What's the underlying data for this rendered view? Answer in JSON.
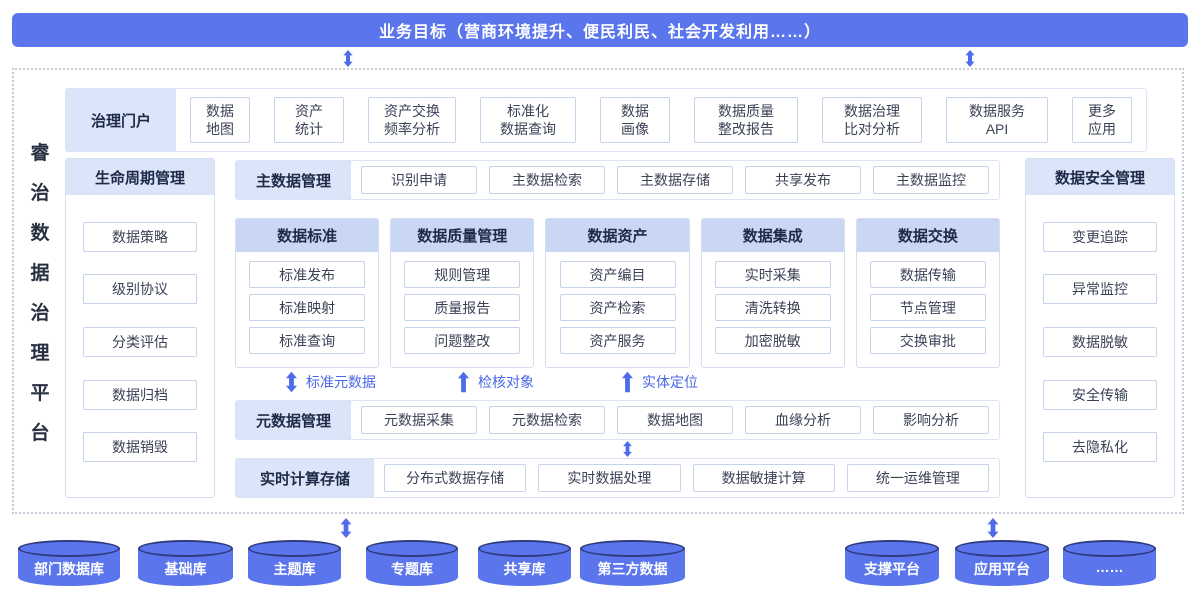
{
  "banner": {
    "text": "业务目标（营商环境提升、便民利民、社会开发利用……）"
  },
  "platform_title": "睿治数据治理平台",
  "portal": {
    "label": "治理门户",
    "items": [
      {
        "line1": "数据",
        "line2": "地图"
      },
      {
        "line1": "资产",
        "line2": "统计"
      },
      {
        "line1": "资产交换",
        "line2": "频率分析"
      },
      {
        "line1": "标准化",
        "line2": "数据查询"
      },
      {
        "line1": "数据",
        "line2": "画像"
      },
      {
        "line1": "数据质量",
        "line2": "整改报告"
      },
      {
        "line1": "数据治理",
        "line2": "比对分析"
      },
      {
        "line1": "数据服务",
        "line2": "API"
      },
      {
        "line1": "更多",
        "line2": "应用"
      }
    ]
  },
  "lifecycle": {
    "label": "生命周期管理",
    "items": [
      "数据策略",
      "级别协议",
      "分类评估",
      "数据归档",
      "数据销毁"
    ]
  },
  "master_data": {
    "label": "主数据管理",
    "items": [
      "识别申请",
      "主数据检索",
      "主数据存储",
      "共享发布",
      "主数据监控"
    ]
  },
  "capability_columns": [
    {
      "title": "数据标准",
      "items": [
        "标准发布",
        "标准映射",
        "标准查询"
      ]
    },
    {
      "title": "数据质量管理",
      "items": [
        "规则管理",
        "质量报告",
        "问题整改"
      ]
    },
    {
      "title": "数据资产",
      "items": [
        "资产编目",
        "资产检索",
        "资产服务"
      ]
    },
    {
      "title": "数据集成",
      "items": [
        "实时采集",
        "清洗转换",
        "加密脱敏"
      ]
    },
    {
      "title": "数据交换",
      "items": [
        "数据传输",
        "节点管理",
        "交换审批"
      ]
    }
  ],
  "flow_labels": [
    "标准元数据",
    "检核对象",
    "实体定位"
  ],
  "metadata": {
    "label": "元数据管理",
    "items": [
      "元数据采集",
      "元数据检索",
      "数据地图",
      "血缘分析",
      "影响分析"
    ]
  },
  "realtime": {
    "label": "实时计算存储",
    "items": [
      "分布式数据存储",
      "实时数据处理",
      "数据敏捷计算",
      "统一运维管理"
    ]
  },
  "security": {
    "label": "数据安全管理",
    "items": [
      "变更追踪",
      "异常监控",
      "数据脱敏",
      "安全传输",
      "去隐私化"
    ]
  },
  "databases": [
    "部门数据库",
    "基础库",
    "主题库",
    "专题库",
    "共享库",
    "第三方数据"
  ],
  "platforms": [
    "支撑平台",
    "应用平台",
    "……"
  ],
  "colors": {
    "primary": "#5b76ec",
    "arrow": "#4f6ce8",
    "header_light": "#dbe5f9",
    "header_mid": "#c9d6f4"
  }
}
